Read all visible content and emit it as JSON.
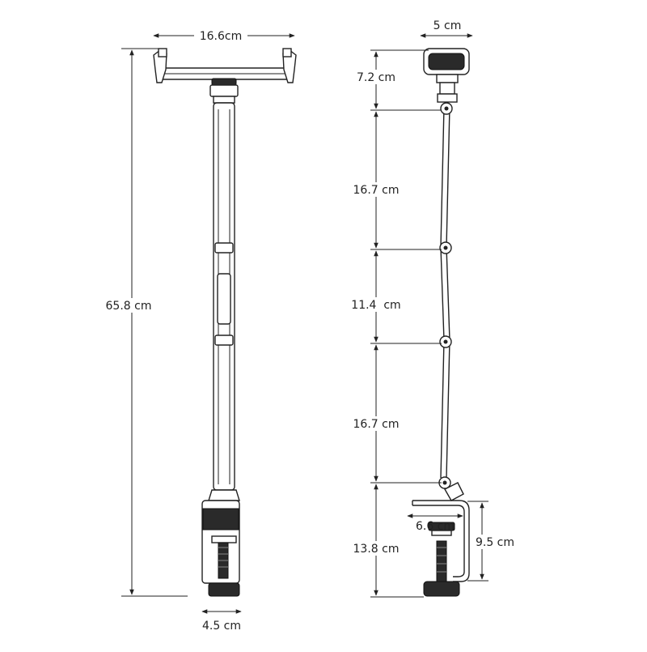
{
  "dimensions": {
    "front_width": "16.6cm",
    "total_height": "65.8 cm",
    "clamp_width": "4.5 cm",
    "holder_width": "5 cm",
    "seg_top": "7.2 cm",
    "seg_arm1": "16.7 cm",
    "seg_arm2": "11.4  cm",
    "seg_arm3": "16.7 cm",
    "seg_base": "13.8 cm",
    "clamp_depth": "6.6 cm",
    "clamp_opening": "9.5 cm"
  }
}
